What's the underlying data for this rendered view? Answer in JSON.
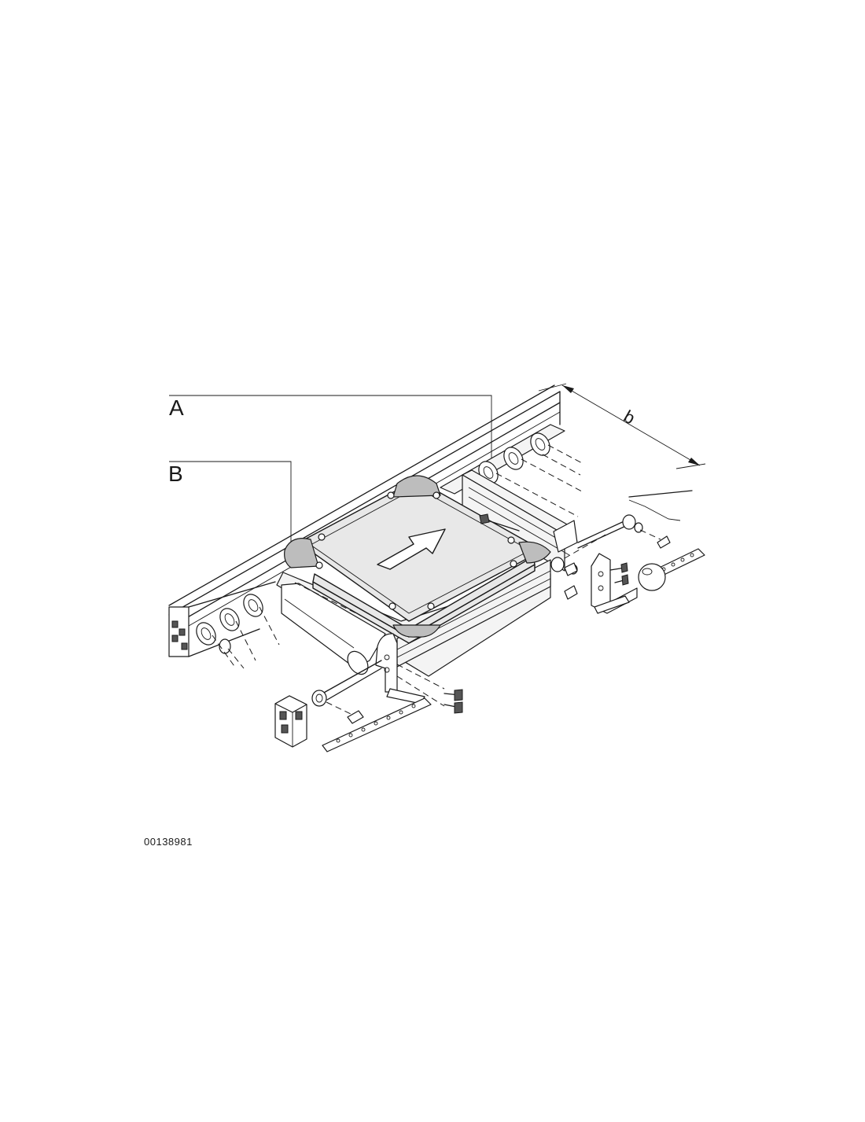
{
  "callouts": {
    "a": "A",
    "b": "B"
  },
  "dimension": {
    "label": "b"
  },
  "figure_id": "00138981",
  "icons": {
    "direction": "transport-direction-arrow-icon"
  },
  "colors": {
    "line": "#1a1a1a",
    "pallet_fill": "#e8e8e8",
    "corner_fill": "#bdbdbd",
    "rail_fill": "#f4f4f4"
  }
}
